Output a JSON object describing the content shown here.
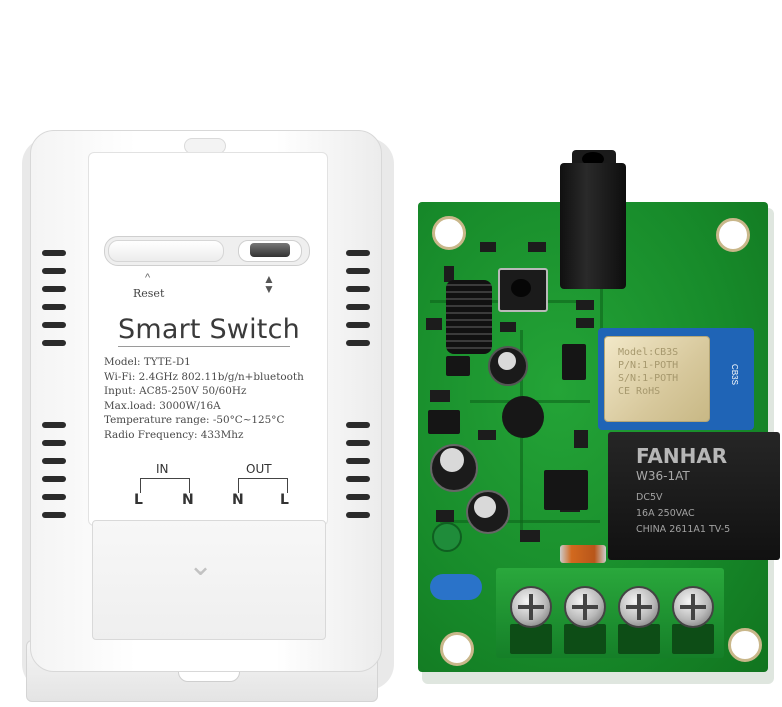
{
  "device": {
    "reset_label": "Reset",
    "reset_caret": "^",
    "title": "Smart Switch",
    "specs": [
      "Model: TYTE-D1",
      "Wi-Fi: 2.4GHz 802.11b/g/n+bluetooth",
      "Input: AC85-250V 50/60Hz",
      "Max.load: 3000W/16A",
      "Temperature range: -50°C~125°C",
      "Radio Frequency: 433Mhz"
    ],
    "terminals": {
      "in_label": "IN",
      "out_label": "OUT",
      "in_left": "L",
      "in_right": "N",
      "out_left": "N",
      "out_right": "L"
    }
  },
  "pcb": {
    "module": {
      "shield_text": [
        "Model:CB3S",
        "P/N:1-POTH",
        "S/N:1-POTH",
        "CE RoHS"
      ],
      "label": "CB3S"
    },
    "relay": {
      "brand": "FANHAR",
      "model": "W36-1AT",
      "lines": [
        "DC5V",
        "16A 250VAC",
        "CHINA 2611A1  TV-5"
      ]
    }
  },
  "colors": {
    "pcb_green": "#178a2a",
    "module_blue": "#1f64b6",
    "relay_black": "#111111",
    "enclosure_white": "#ffffff"
  }
}
